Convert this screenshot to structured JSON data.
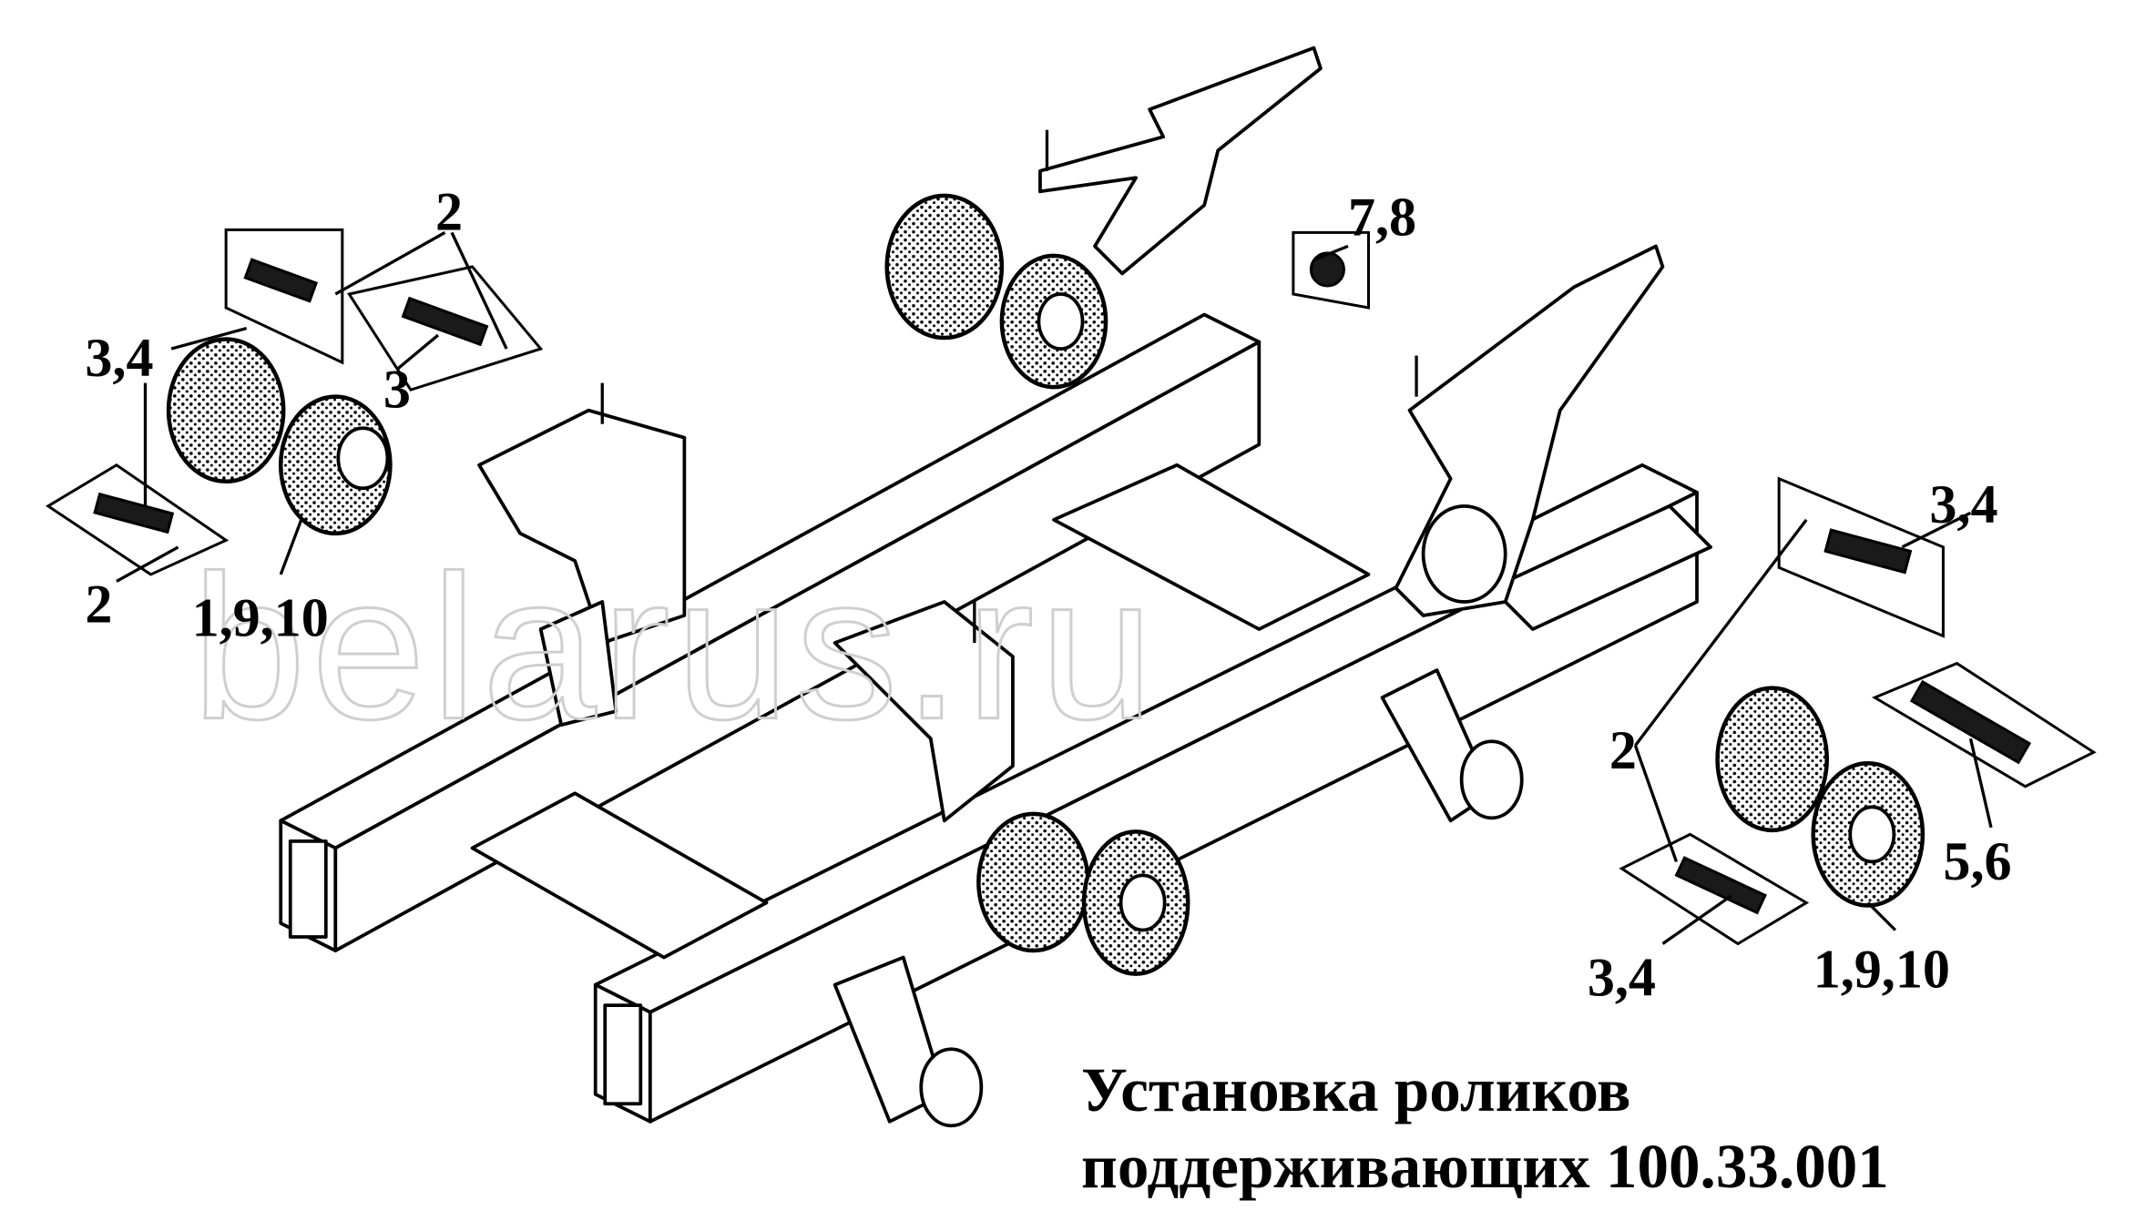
{
  "title": {
    "line1": "Установка роликов",
    "line2": "поддерживающих 100.33.001"
  },
  "watermark": "belarus.ru",
  "callouts": [
    {
      "id": "c1",
      "text": "2"
    },
    {
      "id": "c2",
      "text": "3,4"
    },
    {
      "id": "c3",
      "text": "3"
    },
    {
      "id": "c4",
      "text": "2"
    },
    {
      "id": "c5",
      "text": "1,9,10"
    },
    {
      "id": "c6",
      "text": "7,8"
    },
    {
      "id": "c7",
      "text": "3,4"
    },
    {
      "id": "c8",
      "text": "2"
    },
    {
      "id": "c9",
      "text": "5,6"
    },
    {
      "id": "c10",
      "text": "3,4"
    },
    {
      "id": "c11",
      "text": "1,9,10"
    }
  ]
}
